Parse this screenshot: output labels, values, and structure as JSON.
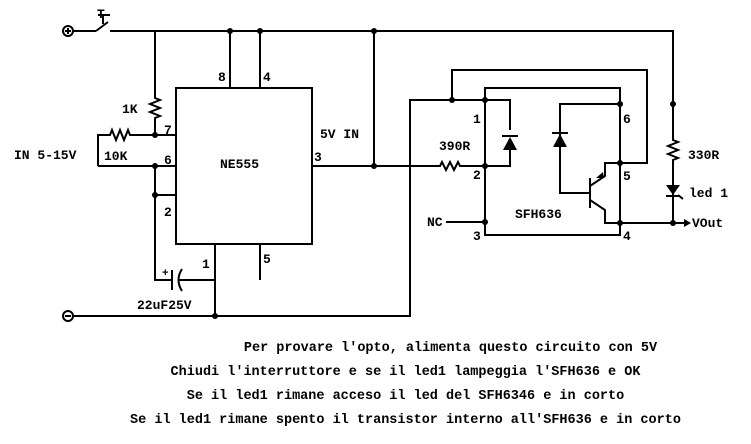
{
  "diagram": {
    "ic": {
      "name": "NE555",
      "pins": [
        "8",
        "4",
        "7",
        "6",
        "2",
        "1",
        "5",
        "3"
      ]
    },
    "opto": {
      "name": "SFH636",
      "pins": [
        "1",
        "2",
        "3",
        "4",
        "5",
        "6"
      ]
    },
    "labels": {
      "r1": "1K",
      "r2": "10K",
      "input": "IN 5-15V",
      "cap": "22uF25V",
      "out_label": "5V IN",
      "r3": "390R",
      "nc": "NC",
      "r4": "330R",
      "led": "led 1",
      "vout": "VOut",
      "switch": "T"
    },
    "terminals": {
      "plus": "+",
      "minus": "-"
    }
  },
  "notes": [
    "Per provare l'opto, alimenta questo circuito con 5V",
    "Chiudi l'interruttore e se il led1 lampeggia l'SFH636 e OK",
    "Se il led1 rimane acceso il led del SFH6346 e in corto",
    "Se il led1 rimane spento il transistor interno all'SFH636 e in corto"
  ]
}
